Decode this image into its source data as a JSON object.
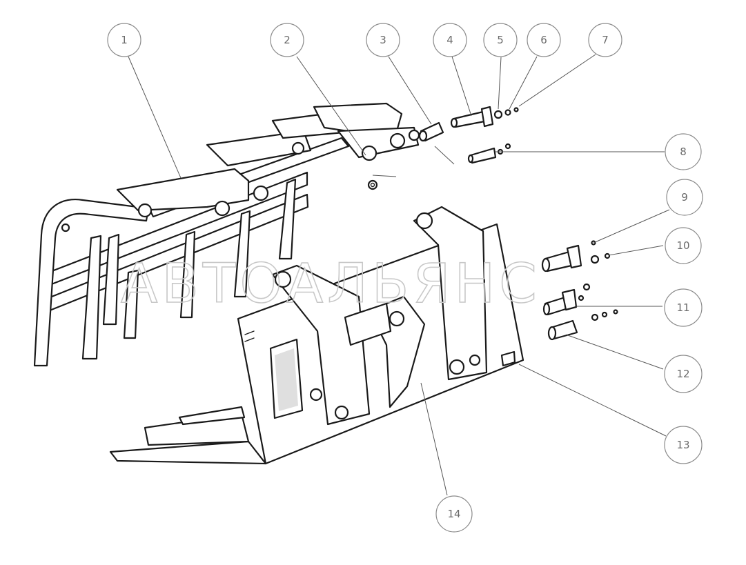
{
  "watermark": "АВТОАЛЬЯНС",
  "callouts": [
    {
      "id": "1",
      "label": "1"
    },
    {
      "id": "2",
      "label": "2"
    },
    {
      "id": "3",
      "label": "3"
    },
    {
      "id": "4",
      "label": "4"
    },
    {
      "id": "5",
      "label": "5"
    },
    {
      "id": "6",
      "label": "6"
    },
    {
      "id": "7",
      "label": "7"
    },
    {
      "id": "8",
      "label": "8"
    },
    {
      "id": "9",
      "label": "9"
    },
    {
      "id": "10",
      "label": "10"
    },
    {
      "id": "11",
      "label": "11"
    },
    {
      "id": "12",
      "label": "12"
    },
    {
      "id": "13",
      "label": "13"
    },
    {
      "id": "14",
      "label": "14"
    }
  ]
}
